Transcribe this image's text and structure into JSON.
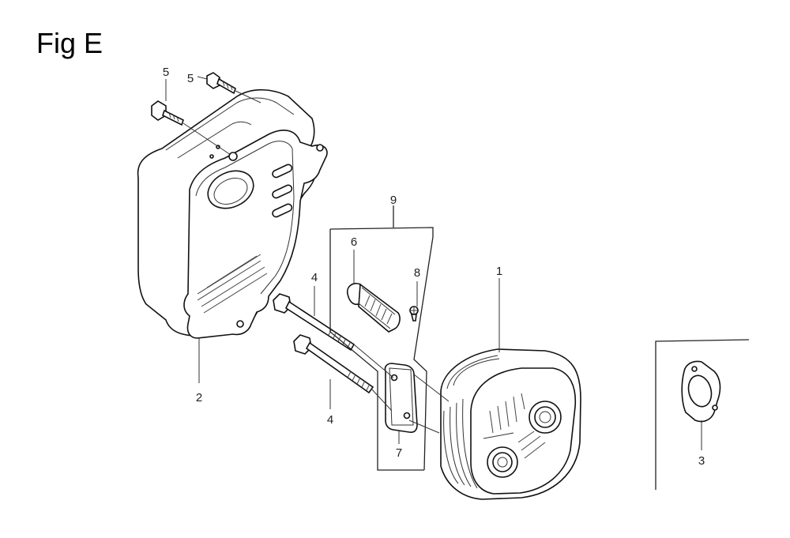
{
  "figure": {
    "title": "Fig E"
  },
  "callouts": {
    "muffler": "1",
    "muffler_protector": "2",
    "gasket": "3",
    "bolt_upper": "4",
    "bolt_lower": "4",
    "screw_left": "5",
    "screw_right": "5",
    "spark_arrester": "6",
    "plate": "7",
    "screw_small": "8",
    "arrester_set": "9"
  }
}
